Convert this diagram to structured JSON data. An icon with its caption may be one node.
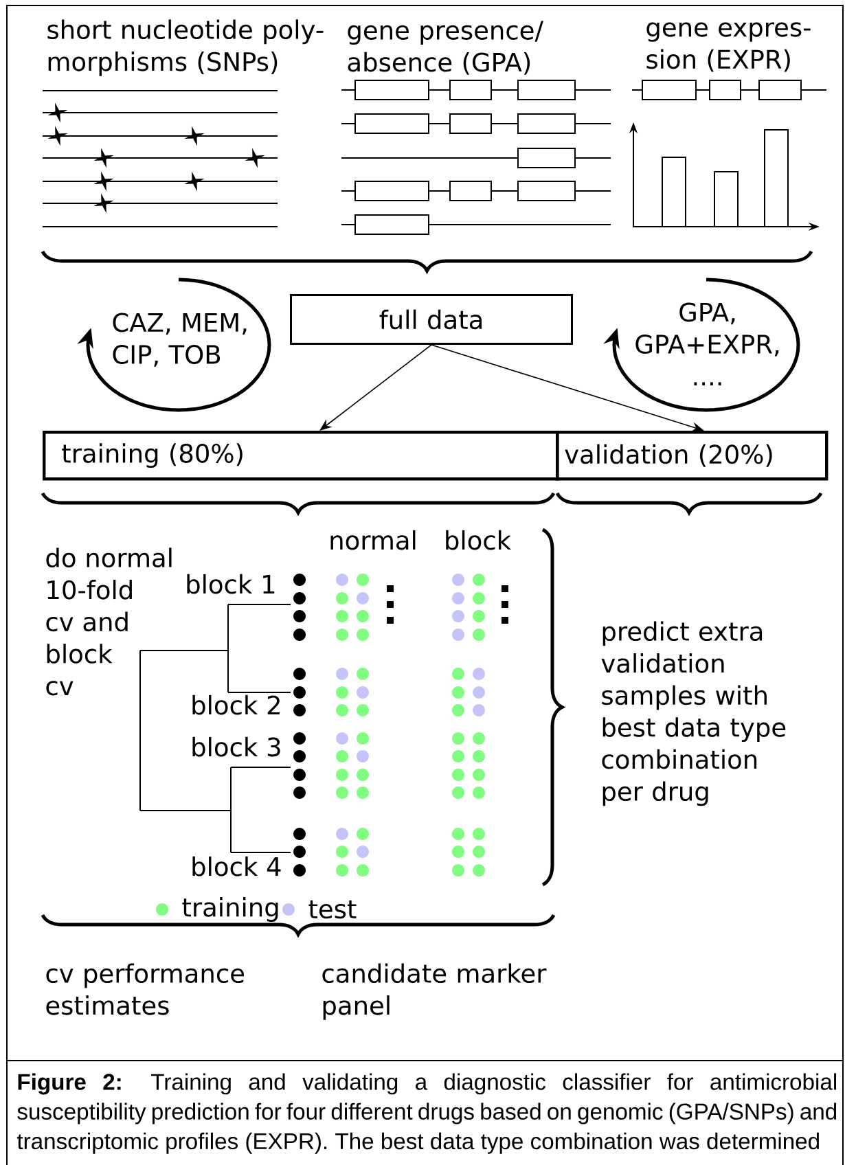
{
  "diagram": {
    "caption": "**Figure 2:** Training and validating a diagnostic classifier for antimicrobial susceptibility prediction for four different drugs based on genomic (GPA/SNPs) and transcriptomic profiles (EXPR). The best data type combination was determined",
    "nodes": [
      {
        "text": [
          "full data"
        ]
      },
      {
        "text": [
          "training (80%)"
        ]
      },
      {
        "text": [
          "validation (20%)"
        ]
      }
    ],
    "edges": [
      {
        "from": 0,
        "to": 1,
        "arrow": "to"
      },
      {
        "from": 0,
        "to": 2,
        "arrow": "to"
      }
    ],
    "labels": [
      "short nucleotide poly- morphisms (SNPs)",
      "gene presence/ absence (GPA)",
      "gene expres- sion (EXPR)",
      "CAZ, MEM, CIP, TOB",
      "GPA, GPA+EXPR, ....",
      "normal",
      "block",
      "do normal 10-fold cv and block cv",
      "block 1",
      "predict extra validation samples with best data type combination per drug",
      "block 2",
      "block 3",
      "block 4",
      "cv performance estimates",
      "candidate marker panel"
    ],
    "legend": [
      {
        "text": "training",
        "color": "#80fc80"
      },
      {
        "text": "test",
        "color": "#c4c4fa"
      }
    ]
  }
}
